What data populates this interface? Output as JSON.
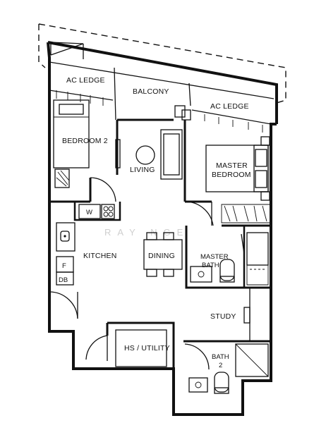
{
  "rooms": {
    "ac_ledge_left": "AC LEDGE",
    "balcony": "BALCONY",
    "ac_ledge_right": "AC LEDGE",
    "bedroom2": "BEDROOM 2",
    "living": "LIVING",
    "master_bedroom_line1": "MASTER",
    "master_bedroom_line2": "BEDROOM",
    "washer": "W",
    "kitchen": "KITCHEN",
    "dining": "DINING",
    "master_bath_line1": "MASTER",
    "master_bath_line2": "BATH",
    "fridge": "F",
    "db": "DB",
    "study": "STUDY",
    "hs_utility": "HS / UTILITY",
    "bath2_line1": "BATH",
    "bath2_line2": "2"
  },
  "watermark": "RAY NGE"
}
